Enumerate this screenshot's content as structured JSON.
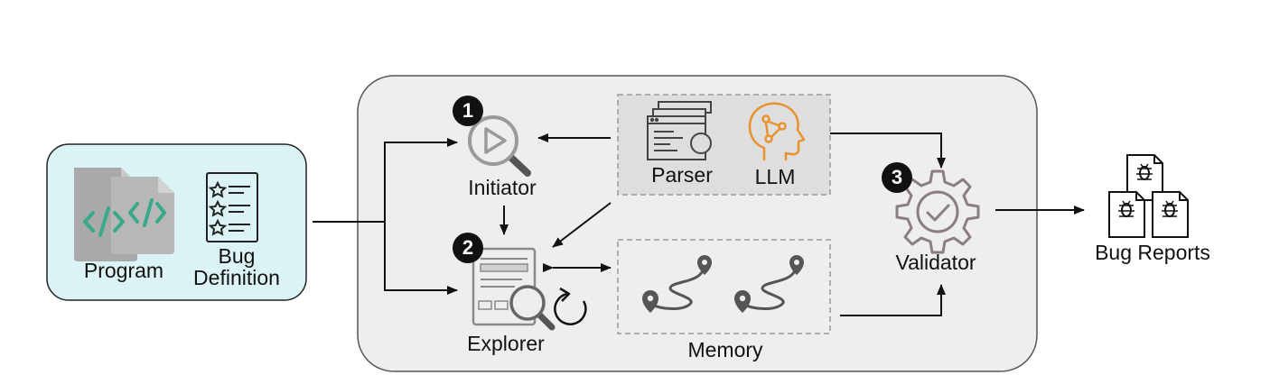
{
  "input": {
    "program_label": "Program",
    "bug_definition_label": "Bug Definition"
  },
  "agents": {
    "initiator": {
      "step": "1",
      "label": "Initiator"
    },
    "explorer": {
      "step": "2",
      "label": "Explorer"
    },
    "validator": {
      "step": "3",
      "label": "Validator"
    }
  },
  "tools": {
    "parser_label": "Parser",
    "llm_label": "LLM"
  },
  "memory": {
    "label": "Memory"
  },
  "output": {
    "label": "Bug Reports"
  },
  "colors": {
    "input_fill": "#dcf3f6",
    "system_fill": "#eeeeee",
    "tools_fill": "#dedede",
    "code_green": "#3aa88a",
    "llm_orange": "#e8912d",
    "icon_gray": "#8a8a8a"
  }
}
